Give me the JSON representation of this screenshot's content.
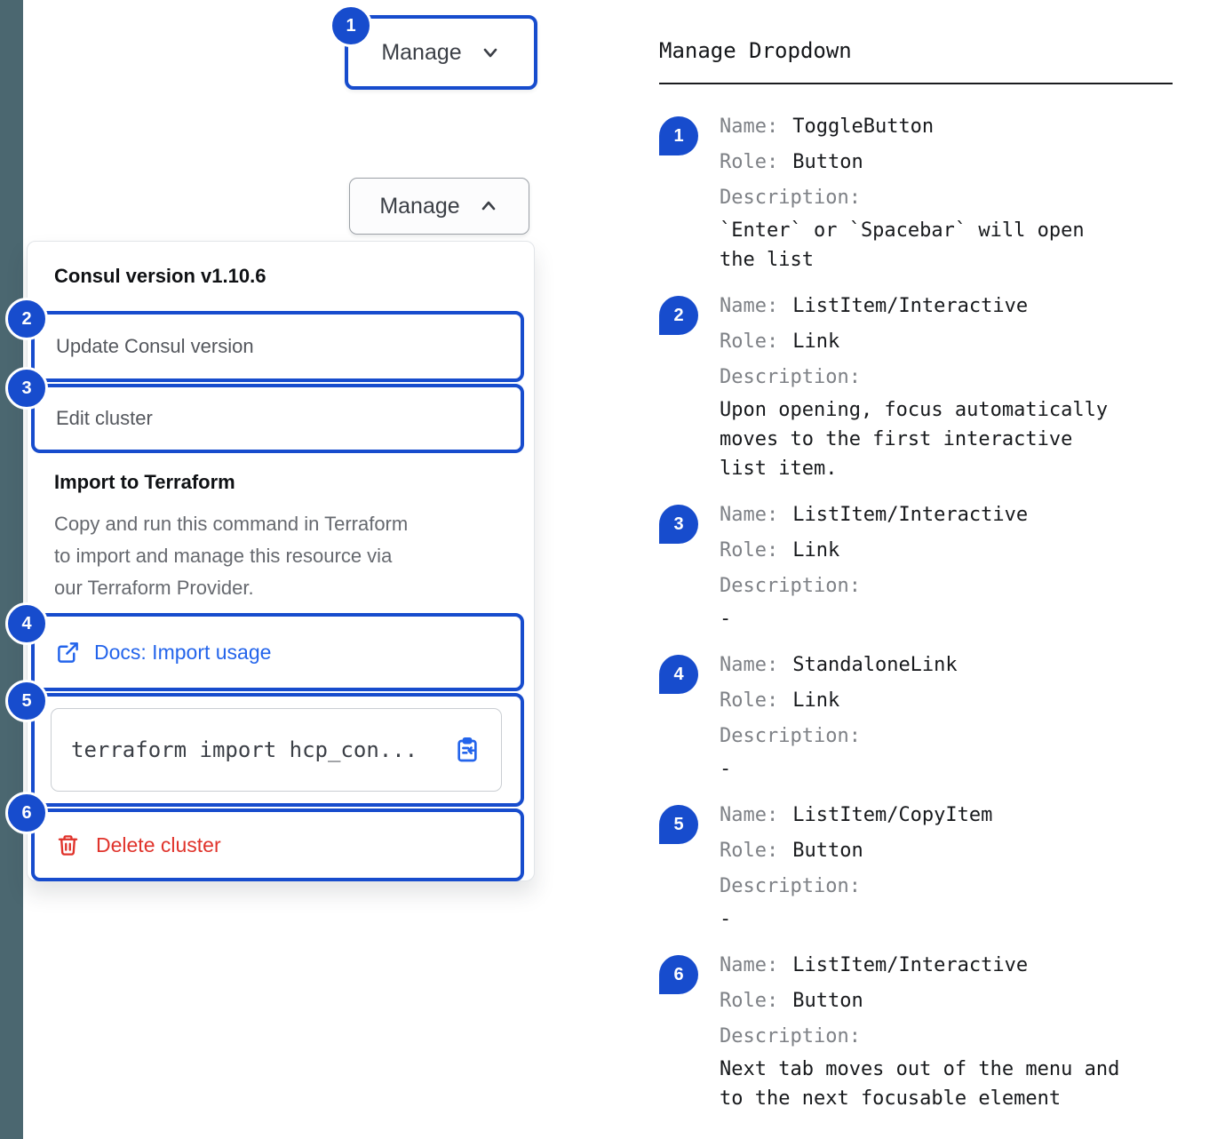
{
  "colors": {
    "accent_blue": "#174CCD",
    "link_blue": "#2364EB",
    "danger_red": "#E0332B",
    "sidebar_slate": "#4B6770"
  },
  "left": {
    "toggle_collapsed": {
      "label": "Manage",
      "badge": "1"
    },
    "toggle_expanded": {
      "label": "Manage"
    },
    "dropdown": {
      "version_label": "Consul version v1.10.6",
      "update_item": {
        "label": "Update Consul version",
        "badge": "2"
      },
      "edit_item": {
        "label": "Edit cluster",
        "badge": "3"
      },
      "import_title": "Import to Terraform",
      "import_description": "Copy and run this command in Terraform to import and manage this resource via our Terraform Provider.",
      "docs_link": {
        "label": "Docs: Import usage",
        "badge": "4"
      },
      "copy_command": {
        "code": "terraform import hcp_con...",
        "badge": "5"
      },
      "delete_item": {
        "label": "Delete cluster",
        "badge": "6"
      }
    }
  },
  "right": {
    "title": "Manage Dropdown",
    "field_labels": {
      "name": "Name:",
      "role": "Role:",
      "description": "Description:"
    },
    "annotations": [
      {
        "num": "1",
        "name": "ToggleButton",
        "role": "Button",
        "description": "`Enter` or `Spacebar` will open the list"
      },
      {
        "num": "2",
        "name": "ListItem/Interactive",
        "role": "Link",
        "description": "Upon opening, focus automatically moves to the first interactive list item."
      },
      {
        "num": "3",
        "name": "ListItem/Interactive",
        "role": "Link",
        "description": "-"
      },
      {
        "num": "4",
        "name": "StandaloneLink",
        "role": "Link",
        "description": "-"
      },
      {
        "num": "5",
        "name": "ListItem/CopyItem",
        "role": "Button",
        "description": "-"
      },
      {
        "num": "6",
        "name": "ListItem/Interactive",
        "role": "Button",
        "description": "Next tab moves out of the menu and to the next focusable element"
      }
    ]
  }
}
